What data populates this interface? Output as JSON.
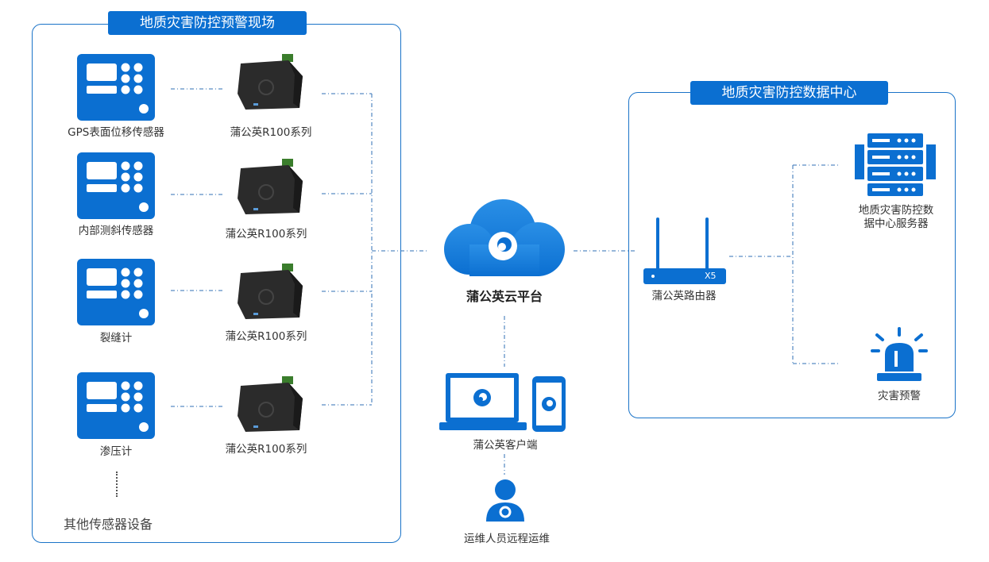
{
  "site": {
    "title": "地质灾害防控预警现场",
    "sensors": [
      {
        "label": "GPS表面位移传感器",
        "router_label": "蒲公英R100系列"
      },
      {
        "label": "内部测斜传感器",
        "router_label": "蒲公英R100系列"
      },
      {
        "label": "裂缝计",
        "router_label": "蒲公英R100系列"
      },
      {
        "label": "渗压计",
        "router_label": "蒲公英R100系列"
      }
    ],
    "other_label": "其他传感器设备"
  },
  "cloud": {
    "label": "蒲公英云平台"
  },
  "client": {
    "label": "蒲公英客户端"
  },
  "ops": {
    "label": "运维人员远程运维"
  },
  "datacenter": {
    "title": "地质灾害防控数据中心",
    "router_label": "蒲公英路由器",
    "router_model": "X5",
    "server_label_line1": "地质灾害防控数",
    "server_label_line2": "据中心服务器",
    "alarm_label": "灾害预警"
  },
  "colors": {
    "accent": "#0b6fd1",
    "line": "#2f6fb5",
    "device_dark": "#2b2b2b"
  }
}
